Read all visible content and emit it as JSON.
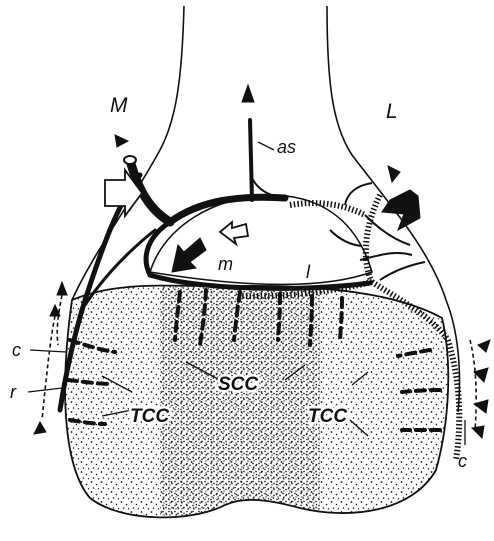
{
  "labels": {
    "medial": "M",
    "lateral": "L",
    "as": "as",
    "m": "m",
    "l": "l",
    "c_left": "c",
    "r": "r",
    "c_right": "c",
    "scc": "SCC",
    "tcc_left": "TCC",
    "tcc_right": "TCC"
  },
  "colors": {
    "ink": "#111111",
    "paper": "#ffffff"
  }
}
